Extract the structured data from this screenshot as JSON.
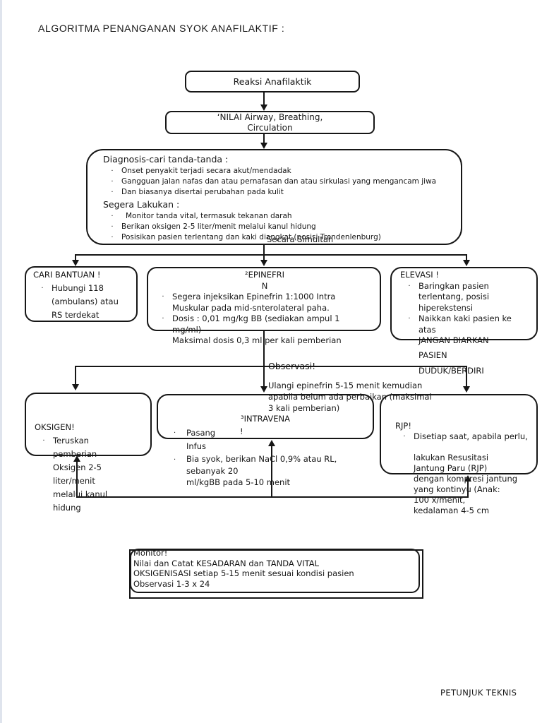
{
  "page": {
    "title": "ALGORITMA PENANGANAN SYOK ANAFILAKTIF :",
    "footer": "PETUNJUK TEKNIS"
  },
  "glyphs": {
    "bullet": "·"
  },
  "flowchart": {
    "reaksi": {
      "label": "Reaksi Anafilaktik"
    },
    "nilai": {
      "line1": "‘NILAI Airway, Breathing,",
      "line2": "Circulation"
    },
    "diagnosis": {
      "heading": "Diagnosis-cari tanda-tanda :",
      "items": [
        "Onset penyakit terjadi secara akut/mendadak",
        "Gangguan jalan nafas dan atau pernafasan dan atau sirkulasi yang mengancam jiwa",
        "Dan biasanya disertai perubahan pada kulit"
      ],
      "heading2": "Segera Lakukan :",
      "items2": [
        "Monitor tanda vital, termasuk tekanan darah",
        "Berikan oksigen 2-5 liter/menit melalui kanul hidung",
        "Posisikan pasien terlentang dan kaki diangkat (posisi Trendenlenburg)"
      ]
    },
    "secara_simultan": "Secara Simultan",
    "cari_bantuan": {
      "title": "CARI BANTUAN !",
      "item_lines": [
        "Hubungi 118",
        "(ambulans) atau",
        "RS terdekat"
      ]
    },
    "epinefrin": {
      "title_line1": "²EPINEFRI",
      "title_line2": "N",
      "item1_lines": [
        "Segera injeksikan Epinefrin 1:1000 Intra",
        "Muskular pada mid-snterolateral paha."
      ],
      "item2_lines": [
        "Dosis : 0,01 mg/kg BB (sediakan ampul 1",
        "mg/ml)"
      ],
      "last_line": "Maksimal dosis 0,3 ml per kali pemberian"
    },
    "elevasi": {
      "title": "ELEVASI !",
      "item1_lines": [
        "Baringkan pasien",
        "terlentang, posisi",
        "hiperekstensi"
      ],
      "item2_lines": [
        "Naikkan kaki pasien ke",
        "atas"
      ],
      "cont": "JANGAN BIARKAN",
      "overflow1": "PASIEN",
      "overflow2": "DUDUK/BERDIRI"
    },
    "observasi": {
      "title": "Observasi!",
      "lines": [
        "Ulangi epinefrin 5-15 menit kemudian",
        "apabila belum ada perbaikan (maksimal",
        "3 kali pemberian)"
      ]
    },
    "oksigen": {
      "title": "OKSIGEN!",
      "item_lines": [
        "Teruskan",
        "pemberian",
        "Oksigen 2-5",
        "liter/menit",
        "melalui kanul",
        "hidung"
      ]
    },
    "intravena": {
      "title_line1": "³INTRAVENA",
      "title_line2": "!",
      "item1_lines": [
        "Pasang",
        "Infus"
      ],
      "item2_lines": [
        "Bia syok, berikan NaCl 0,9% atau RL,",
        "sebanyak 20",
        "ml/kgBB pada 5-10 menit"
      ]
    },
    "rjp": {
      "title": "RJP!",
      "item_first": "Disetiap saat, apabila perlu,",
      "cont_lines": [
        "lakukan Resusitasi",
        "Jantung Paru (RJP)",
        "dengan kompresi jantung",
        "yang kontinyu (Anak:",
        "100 x/menit,",
        "kedalaman 4-5 cm"
      ]
    },
    "monitor": {
      "lines": [
        "Monitor!",
        "Nilai dan Catat KESADARAN dan TANDA VITAL",
        "OKSIGENISASI setiap 5-15 menit sesuai kondisi pasien",
        "Observasi 1-3 x 24"
      ]
    }
  },
  "colors": {
    "ink": "#161616",
    "background": "#ffffff"
  }
}
